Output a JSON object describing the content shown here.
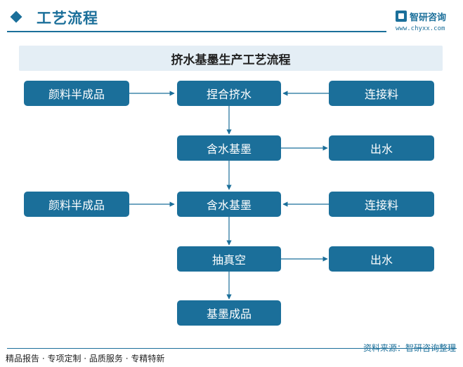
{
  "header": {
    "title": "工艺流程",
    "brand_name": "智研咨询",
    "brand_url": "www.chyxx.com"
  },
  "diagram": {
    "title": "挤水基墨生产工艺流程",
    "nodes": {
      "pigment_1": "颜料半成品",
      "knead": "捏合挤水",
      "binder_1": "连接料",
      "water_ink_1": "含水基墨",
      "water_out_1": "出水",
      "pigment_2": "颜料半成品",
      "water_ink_2": "含水基墨",
      "binder_2": "连接料",
      "vacuum": "抽真空",
      "water_out_2": "出水",
      "finished": "基墨成品"
    }
  },
  "footer": {
    "tagline": "精品报告 · 专项定制 · 品质服务 · 专精特新",
    "source": "资料来源：智研咨询整理"
  },
  "colors": {
    "primary": "#1b6f9a",
    "title_band": "#e4eef5"
  }
}
